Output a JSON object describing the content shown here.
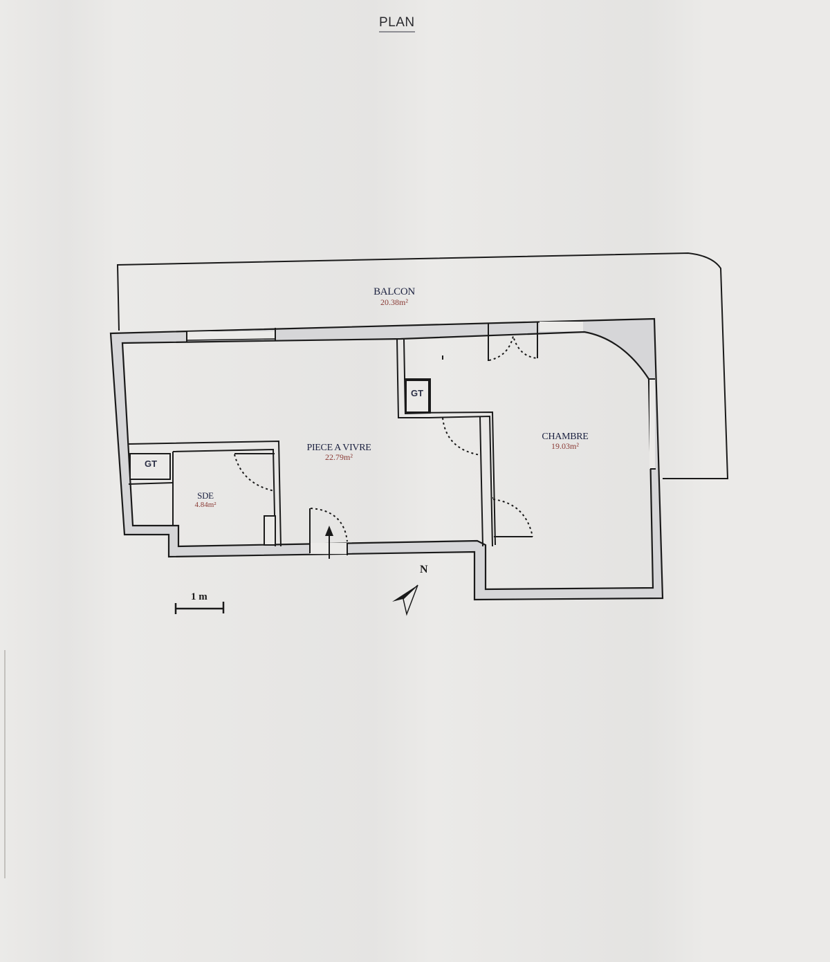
{
  "document": {
    "title": "PLAN"
  },
  "rooms": [
    {
      "id": "balcon",
      "name": "BALCON",
      "area": "20.38m²"
    },
    {
      "id": "piece-a-vivre",
      "name": "PIECE A VIVRE",
      "area": "22.79m²"
    },
    {
      "id": "chambre",
      "name": "CHAMBRE",
      "area": "19.03m²"
    },
    {
      "id": "sde",
      "name": "SDE",
      "area": "4.84m²"
    }
  ],
  "ducts": [
    {
      "id": "gt-left",
      "label": "GT"
    },
    {
      "id": "gt-center",
      "label": "GT"
    }
  ],
  "compass": {
    "label": "N"
  },
  "scale_bar": {
    "label": "1 m"
  },
  "colors": {
    "wall_line": "#1a1a1a",
    "wall_fill": "#d6d6d8",
    "room_name": "#1b2140",
    "room_area": "#8a3a34"
  }
}
